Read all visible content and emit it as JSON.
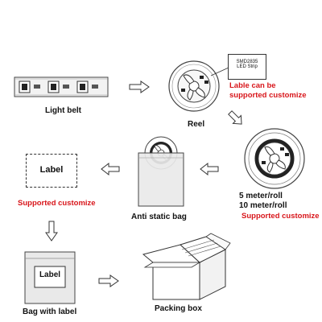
{
  "steps": {
    "light_belt": {
      "caption": "Light belt"
    },
    "reel": {
      "caption": "Reel",
      "tag_line1": "SMD2835",
      "tag_line2": "LED Strip",
      "note_line1": "Lable can be",
      "note_line2": "supported customize"
    },
    "roll": {
      "spec_line1": "5 meter/roll",
      "spec_line2": "10 meter/roll",
      "note": "Supported customize"
    },
    "anti_static_bag": {
      "caption": "Anti static bag"
    },
    "label": {
      "text": "Label",
      "note": "Supported customize"
    },
    "bag_with_label": {
      "caption": "Bag with label",
      "label_text": "Label"
    },
    "packing_box": {
      "caption": "Packing box"
    }
  },
  "colors": {
    "accent_red": "#d8161b",
    "line": "#333333"
  },
  "icons": {
    "arrow": "hollow-arrow-icon"
  }
}
